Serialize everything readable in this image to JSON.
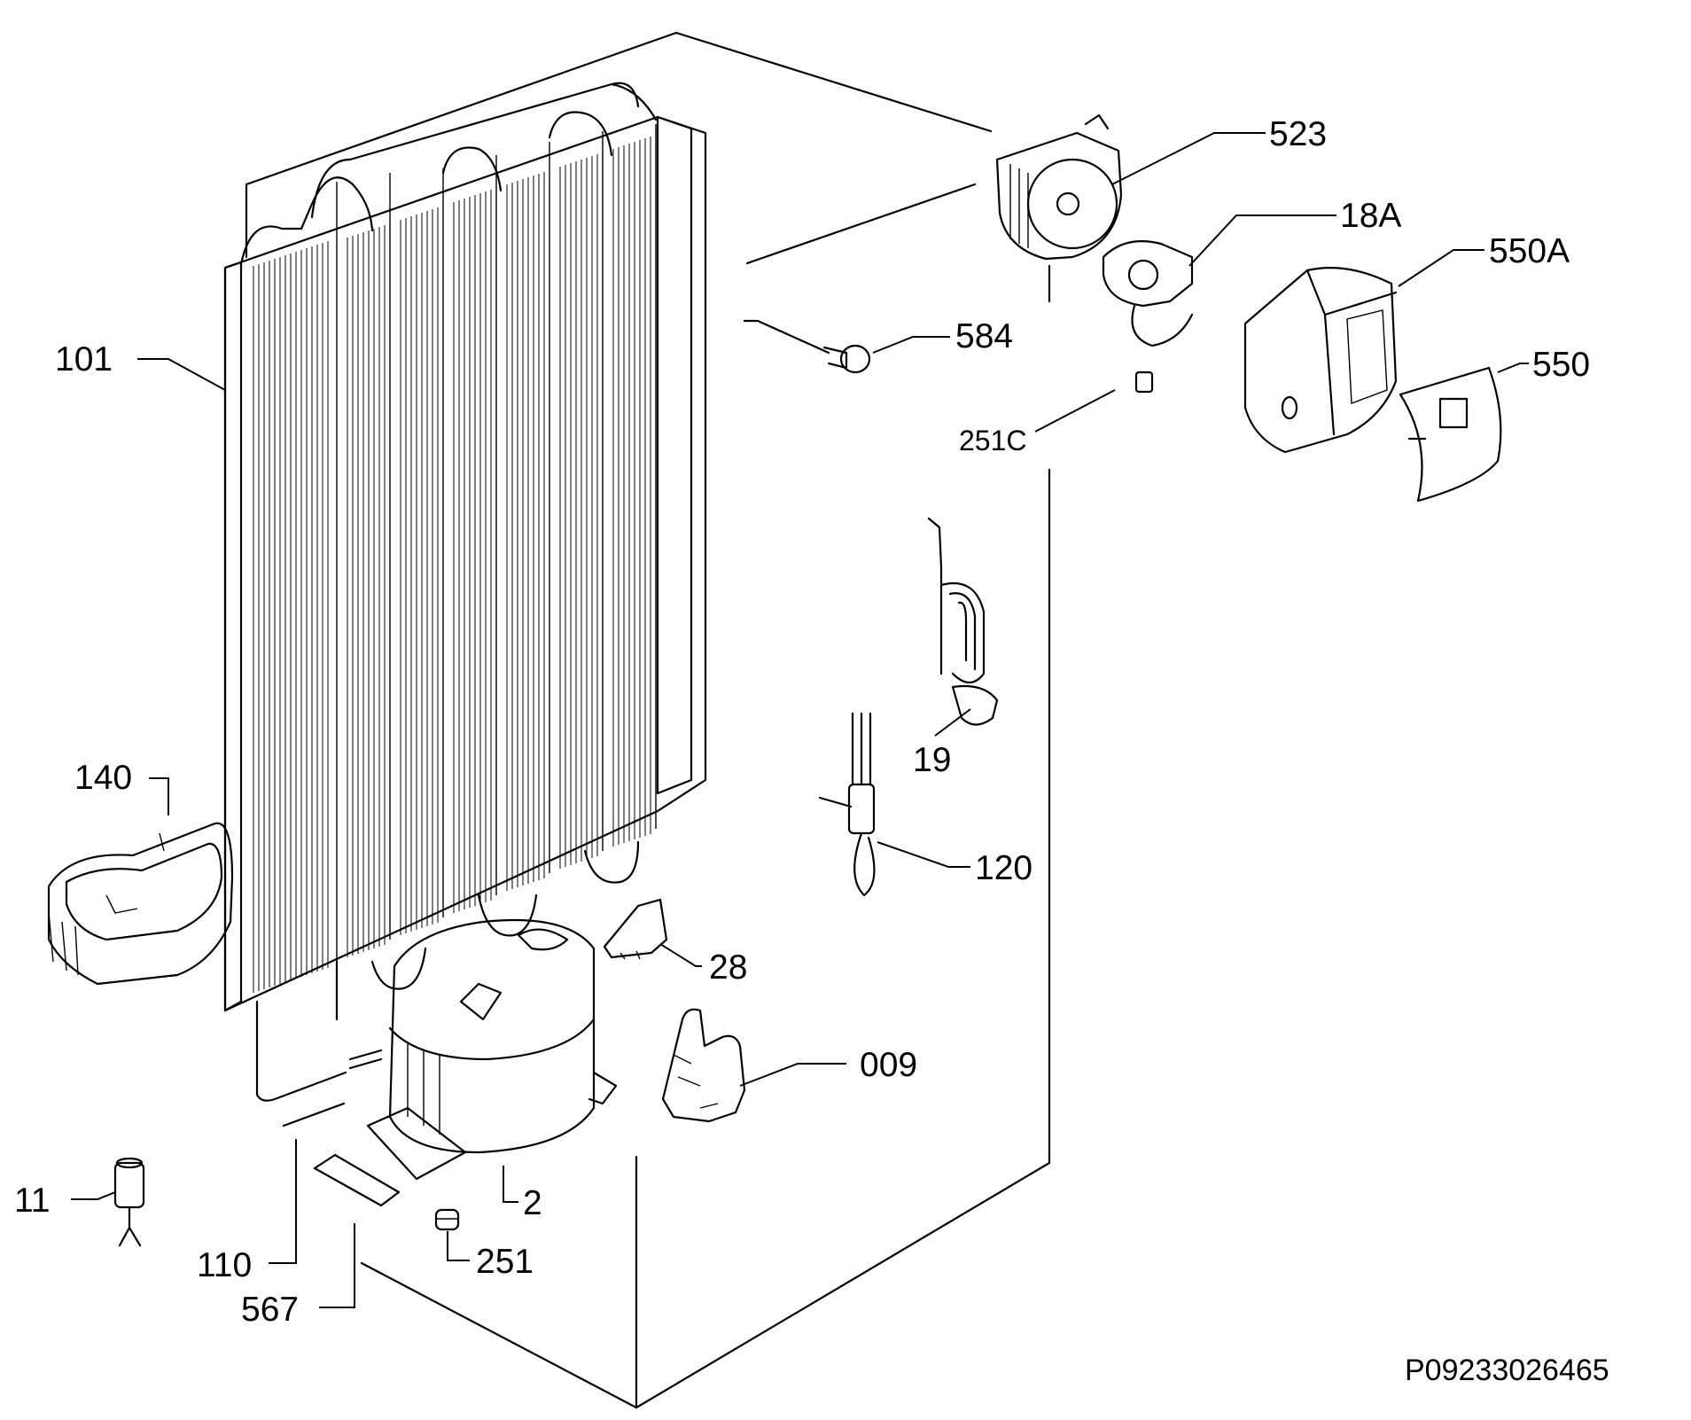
{
  "labels": {
    "l523": "523",
    "l18a": "18A",
    "l550a": "550A",
    "l584": "584",
    "l550": "550",
    "l101": "101",
    "l251c": "251C",
    "l19": "19",
    "l140": "140",
    "l120": "120",
    "l28": "28",
    "l009": "009",
    "l11": "11",
    "l2": "2",
    "l110": "110",
    "l251": "251",
    "l567": "567"
  },
  "drawing_code": "P09233026465"
}
